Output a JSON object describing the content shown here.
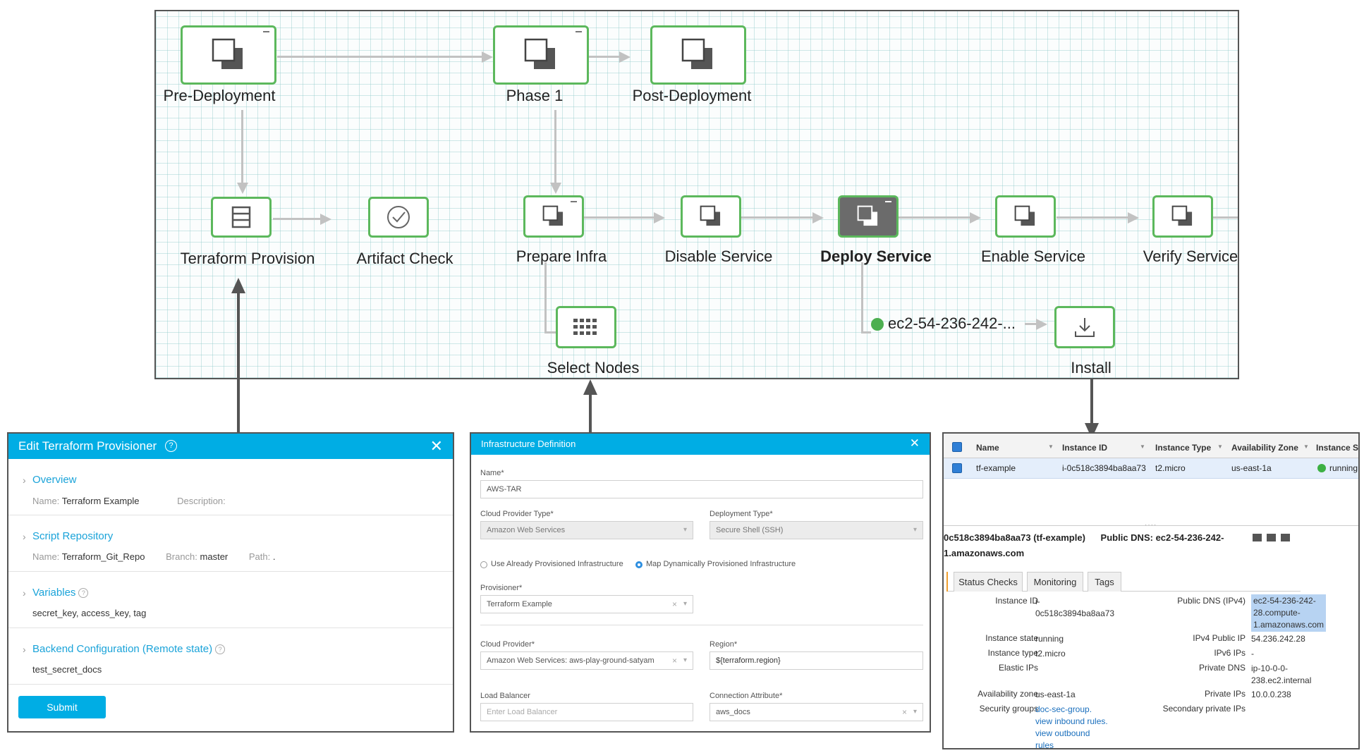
{
  "pipeline": {
    "nodes": {
      "pre_deployment": "Pre-Deployment",
      "phase1": "Phase 1",
      "post_deployment": "Post-Deployment",
      "terraform_provision": "Terraform Provision",
      "artifact_check": "Artifact Check",
      "prepare_infra": "Prepare Infra",
      "disable_service": "Disable Service",
      "deploy_service": "Deploy Service",
      "enable_service": "Enable Service",
      "verify_service": "Verify Service",
      "select_nodes": "Select Nodes",
      "instance_node": "ec2-54-236-242-...",
      "install": "Install"
    },
    "colors": {
      "success": "#5cb85c",
      "connector": "#c2c2c2",
      "active_node": "#6b6b6b"
    }
  },
  "terraform_panel": {
    "title": "Edit Terraform Provisioner",
    "overview": {
      "title": "Overview",
      "name_label": "Name:",
      "name_value": "Terraform Example",
      "description_label": "Description:"
    },
    "script_repository": {
      "title": "Script Repository",
      "name_label": "Name:",
      "name_value": "Terraform_Git_Repo",
      "branch_label": "Branch:",
      "branch_value": "master",
      "path_label": "Path:",
      "path_value": "."
    },
    "variables": {
      "title": "Variables",
      "value": "secret_key, access_key, tag"
    },
    "backend": {
      "title": "Backend Configuration (Remote state)",
      "value": "test_secret_docs"
    },
    "submit_label": "Submit"
  },
  "infra_panel": {
    "title": "Infrastructure Definition",
    "name_label": "Name*",
    "name_value": "AWS-TAR",
    "cloud_provider_type_label": "Cloud Provider Type*",
    "cloud_provider_type_value": "Amazon Web Services",
    "deployment_type_label": "Deployment Type*",
    "deployment_type_value": "Secure Shell (SSH)",
    "radio_already": "Use Already Provisioned Infrastructure",
    "radio_dynamic": "Map Dynamically Provisioned Infrastructure",
    "provisioner_label": "Provisioner*",
    "provisioner_value": "Terraform Example",
    "cloud_provider_label": "Cloud Provider*",
    "cloud_provider_value": "Amazon Web Services: aws-play-ground-satyam",
    "region_label": "Region*",
    "region_value": "${terraform.region}",
    "load_balancer_label": "Load Balancer",
    "load_balancer_placeholder": "Enter Load Balancer",
    "connection_attribute_label": "Connection Attribute*",
    "connection_attribute_value": "aws_docs"
  },
  "aws_panel": {
    "columns": [
      "Name",
      "Instance ID",
      "Instance Type",
      "Availability Zone",
      "Instance St"
    ],
    "row": {
      "name": "tf-example",
      "instance_id": "i-0c518c3894ba8aa73",
      "instance_type": "t2.micro",
      "availability_zone": "us-east-1a",
      "state": "running"
    },
    "detail_header_line1": "0c518c3894ba8aa73 (tf-example)",
    "detail_public_dns_label": "Public DNS:",
    "detail_public_dns_value": "ec2-54-236-242-",
    "detail_header_line2": "1.amazonaws.com",
    "tabs": [
      "Status Checks",
      "Monitoring",
      "Tags"
    ],
    "details": {
      "instance_id_label": "Instance ID",
      "instance_id_value_1": "i-",
      "instance_id_value_2": "0c518c3894ba8aa73",
      "instance_state_label": "Instance state",
      "instance_state_value": "running",
      "instance_type_label": "Instance type",
      "instance_type_value": "t2.micro",
      "elastic_ips_label": "Elastic IPs",
      "availability_zone_label": "Availability zone",
      "availability_zone_value": "us-east-1a",
      "security_groups_label": "Security groups",
      "security_groups_1": "doc-sec-group.",
      "security_groups_2": "view inbound rules.",
      "security_groups_3": "view outbound",
      "security_groups_4": "rules",
      "public_dns_label": "Public DNS (IPv4)",
      "public_dns_1": "ec2-54-236-242-",
      "public_dns_2": "28.compute-",
      "public_dns_3": "1.amazonaws.com",
      "ipv4_public_ip_label": "IPv4 Public IP",
      "ipv4_public_ip_value": "54.236.242.28",
      "ipv6_ips_label": "IPv6 IPs",
      "ipv6_ips_value": "-",
      "private_dns_label": "Private DNS",
      "private_dns_1": "ip-10-0-0-",
      "private_dns_2": "238.ec2.internal",
      "private_ips_label": "Private IPs",
      "private_ips_value": "10.0.0.238",
      "secondary_private_ips_label": "Secondary private IPs"
    }
  }
}
